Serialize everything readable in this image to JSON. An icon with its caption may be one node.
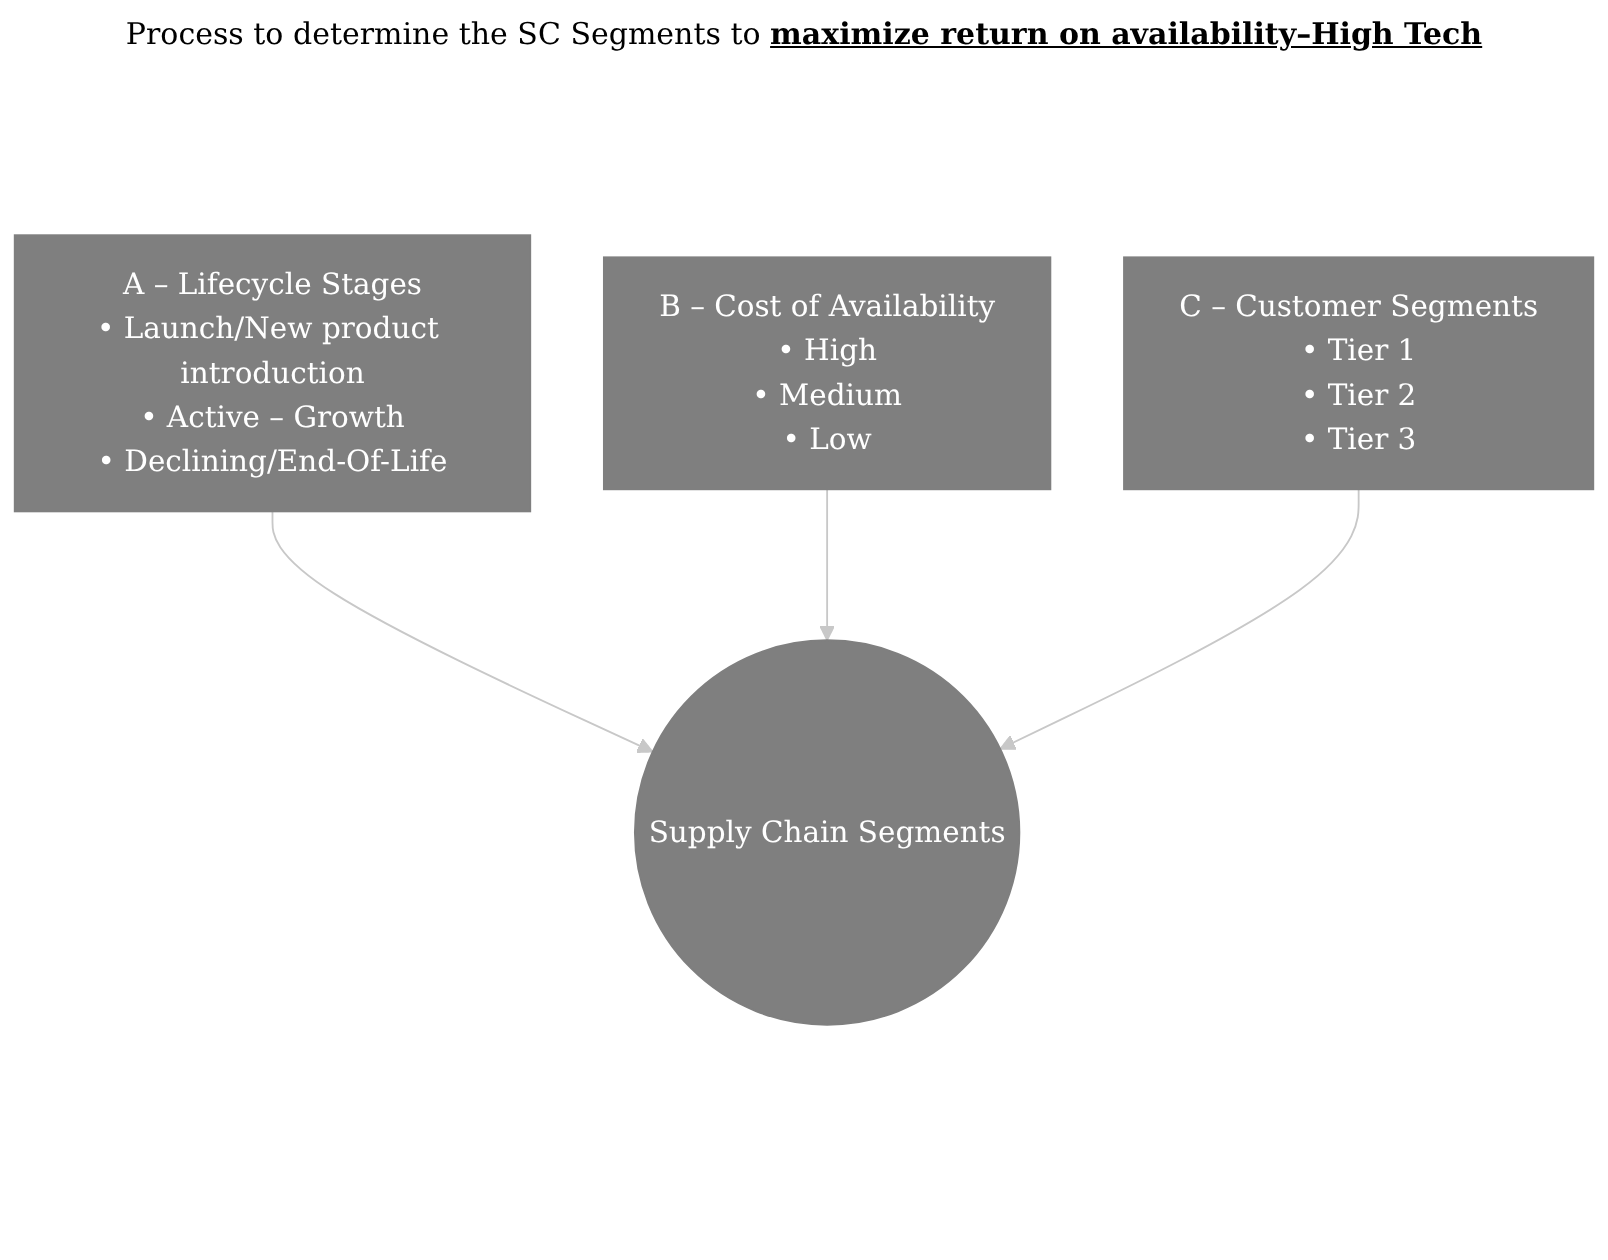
{
  "diagram": {
    "title": "Process to determine the SC Segments to **maximize return on availability–High Tech**",
    "nodes": [
      {
        "text": [
          "A – Lifecycle Stages",
          "• Launch/New product introduction",
          "• Active – Growth",
          "• Declining/End-Of-Life"
        ]
      },
      {
        "text": [
          "B – Cost of Availability",
          "• High",
          "• Medium",
          "• Low"
        ]
      },
      {
        "text": [
          "C – Customer Segments",
          "• Tier 1",
          "• Tier 2",
          "• Tier 3"
        ]
      },
      {
        "text": [
          "Supply Chain Segments"
        ]
      }
    ],
    "edges": [
      {
        "from": 0,
        "to": 3,
        "arrow": "to"
      },
      {
        "from": 1,
        "to": 3,
        "arrow": "to"
      },
      {
        "from": 2,
        "to": 3,
        "arrow": "to"
      }
    ]
  }
}
